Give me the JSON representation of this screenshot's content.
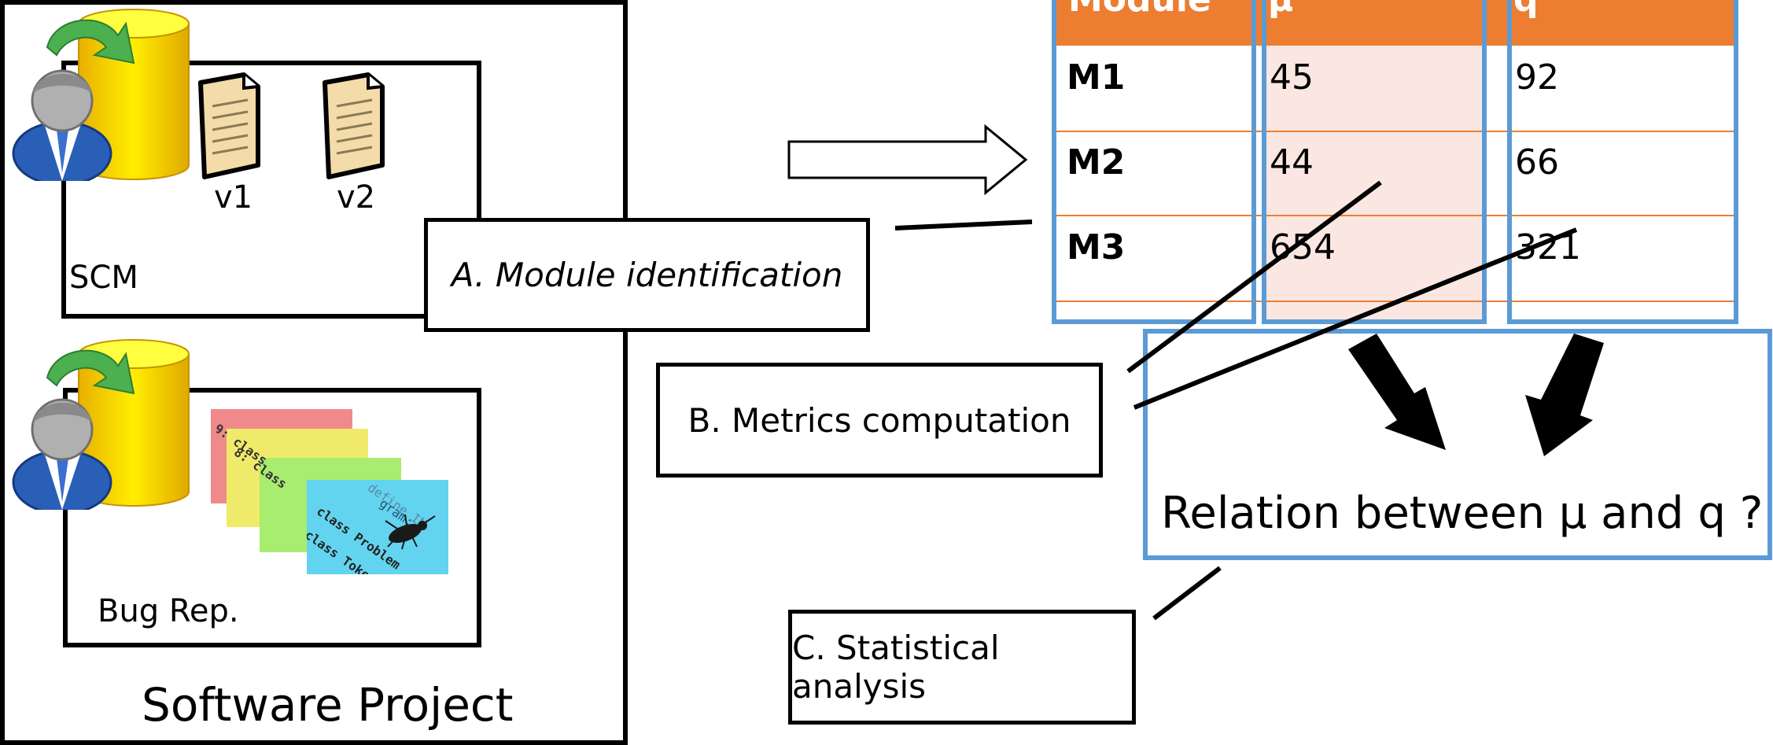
{
  "scm": {
    "version_labels": [
      "v1",
      "v2"
    ],
    "label": "SCM"
  },
  "bug_repo": {
    "label": "Bug Rep.",
    "code_snippets": [
      "9: class",
      "8: class",
      "class Problem",
      "class Token",
      "define IN",
      "gram;"
    ]
  },
  "project": {
    "title": "Software Project"
  },
  "steps": {
    "a": "A. Module identification",
    "b": "B. Metrics computation",
    "c": "C. Statistical analysis"
  },
  "table": {
    "headers": [
      "Module",
      "μ",
      "q"
    ],
    "rows": [
      {
        "module": "M1",
        "mu": "45",
        "q": "92"
      },
      {
        "module": "M2",
        "mu": "44",
        "q": "66"
      },
      {
        "module": "M3",
        "mu": "654",
        "q": "321"
      }
    ]
  },
  "relation": {
    "text": "Relation between μ and q ?"
  },
  "colors": {
    "table_header": "#ed7d31",
    "frame_blue": "#5b9bd5",
    "mu_column": "#fbe7e1",
    "repo_yellow": "#ffe600",
    "file_fill": "#f3dcaa"
  },
  "icons": [
    "database-icon",
    "user-icon",
    "document-icon",
    "bug-icon",
    "arrow-icon"
  ]
}
